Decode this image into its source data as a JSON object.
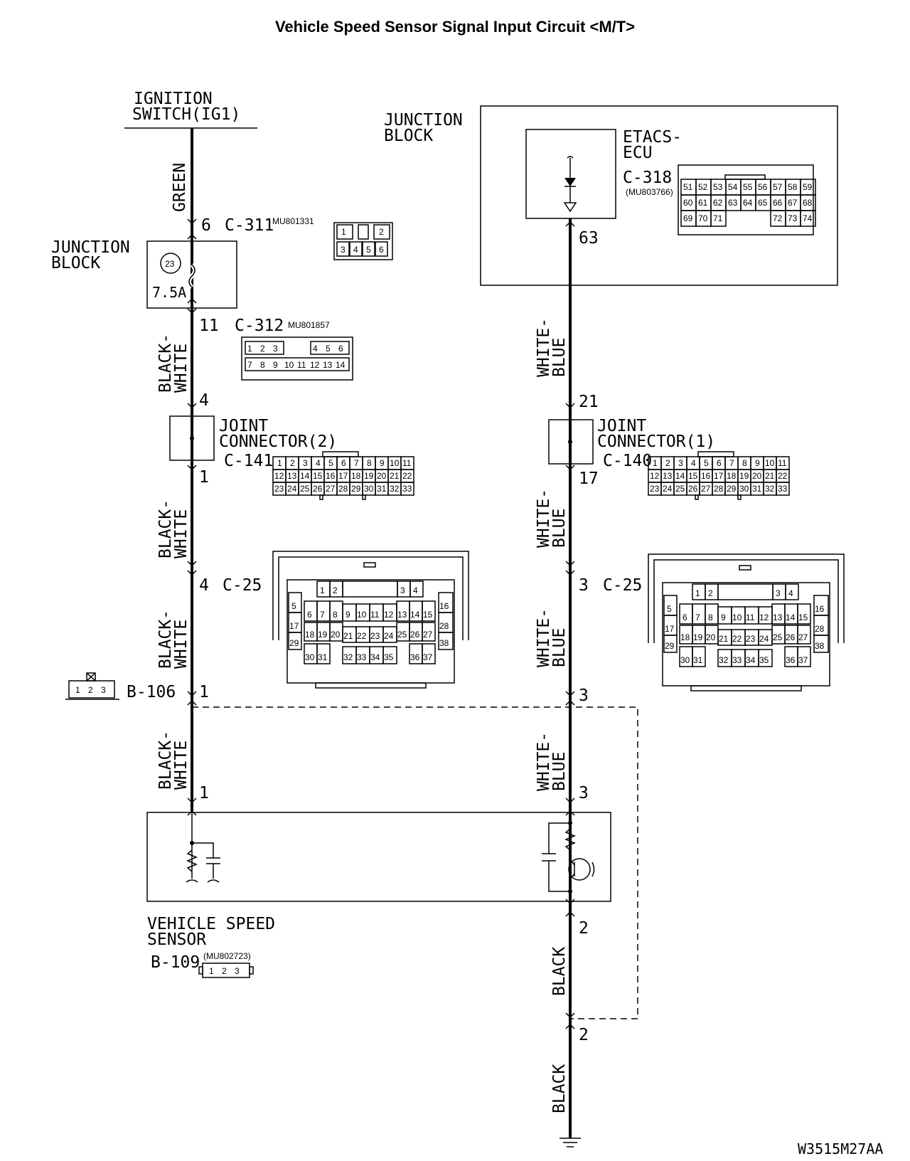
{
  "title": "Vehicle Speed Sensor Signal Input Circuit <M/T>",
  "left_column": {
    "ignition_switch": [
      "IGNITION",
      "SWITCH(IG1)"
    ],
    "wire_green": "GREEN",
    "c311": {
      "pin": "6",
      "label": "C-311",
      "part": "MU801331",
      "pins": [
        "1",
        "2",
        "3",
        "4",
        "5",
        "6"
      ]
    },
    "junction_block": [
      "JUNCTION",
      "BLOCK"
    ],
    "fuse_number": "23",
    "fuse_rating": "7.5A",
    "c312": {
      "pin": "11",
      "label": "C-312",
      "part": "MU801857",
      "pins": [
        "1",
        "2",
        "3",
        "4",
        "5",
        "6",
        "7",
        "8",
        "9",
        "10",
        "11",
        "12",
        "13",
        "14"
      ]
    },
    "wire_bw": [
      "BLACK-",
      "WHITE"
    ],
    "jc2": {
      "pin_top": "4",
      "pin_bottom": "1",
      "name": [
        "JOINT",
        "CONNECTOR(2)"
      ],
      "label": "C-141"
    },
    "c25": {
      "pin": "4",
      "label": "C-25"
    },
    "b106": {
      "pin": "1",
      "label": "B-106",
      "pins": [
        "1",
        "2",
        "3"
      ]
    },
    "sensor_pin_top": "1",
    "sensor_name": [
      "VEHICLE SPEED",
      "SENSOR"
    ],
    "b109": {
      "label": "B-109",
      "part": "(MU802723)",
      "pins": [
        "1",
        "2",
        "3"
      ]
    }
  },
  "right_column": {
    "junction_block": [
      "JUNCTION",
      "BLOCK"
    ],
    "etacs": [
      "ETACS-",
      "ECU"
    ],
    "c318": {
      "label": "C-318",
      "part": "(MU803766)",
      "pin": "63",
      "pins_row1": [
        "51",
        "52",
        "53",
        "54",
        "55",
        "56",
        "57",
        "58",
        "59"
      ],
      "pins_row2": [
        "60",
        "61",
        "62",
        "63",
        "64",
        "65",
        "66",
        "67",
        "68"
      ],
      "pins_row3": [
        "69",
        "70",
        "71",
        "72",
        "73",
        "74"
      ]
    },
    "wire_wb": [
      "WHITE-",
      "BLUE"
    ],
    "jc1": {
      "pin_top": "21",
      "pin_bottom": "17",
      "name": [
        "JOINT",
        "CONNECTOR(1)"
      ],
      "label": "C-140"
    },
    "c25": {
      "pin": "3",
      "label": "C-25"
    },
    "shield_pin": "3",
    "sensor_pin_top": "3",
    "sensor_pin_bottom": "2",
    "wire_black": "BLACK",
    "ground_pin": "2"
  },
  "jc_grid_pins": {
    "row1": [
      "1",
      "2",
      "3",
      "4",
      "5",
      "6",
      "7",
      "8",
      "9",
      "10",
      "11"
    ],
    "row2": [
      "12",
      "13",
      "14",
      "15",
      "16",
      "17",
      "18",
      "19",
      "20",
      "21",
      "22"
    ],
    "row3": [
      "23",
      "24",
      "25",
      "26",
      "27",
      "28",
      "29",
      "30",
      "31",
      "32",
      "33"
    ]
  },
  "c25_pins": [
    "1",
    "2",
    "3",
    "4",
    "5",
    "6",
    "7",
    "8",
    "9",
    "10",
    "11",
    "12",
    "13",
    "14",
    "15",
    "16",
    "17",
    "18",
    "19",
    "20",
    "21",
    "22",
    "23",
    "24",
    "25",
    "26",
    "27",
    "28",
    "29",
    "30",
    "31",
    "32",
    "33",
    "34",
    "35",
    "36",
    "37",
    "38"
  ],
  "figure_code": "W3515M27AA"
}
